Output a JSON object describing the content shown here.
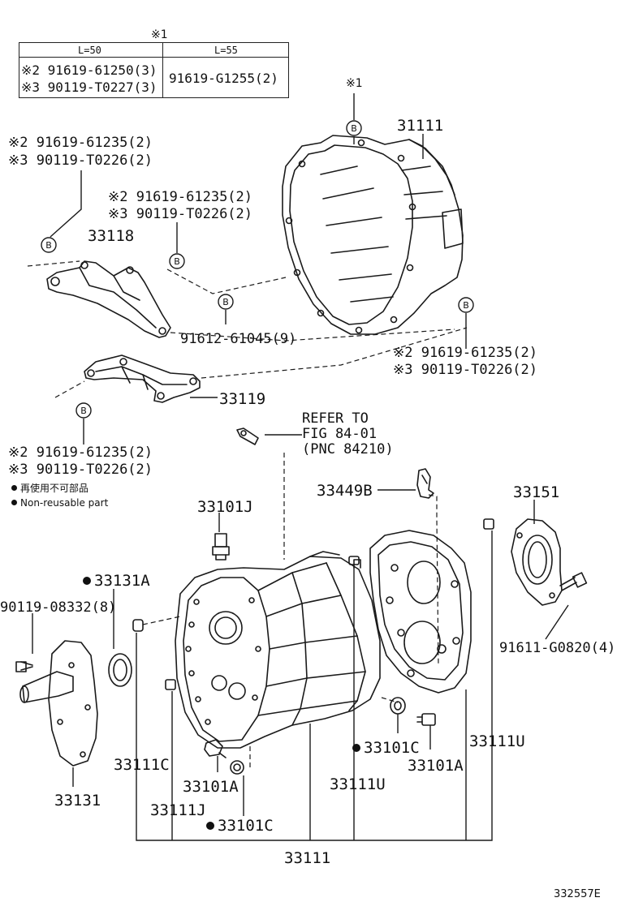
{
  "note_table": {
    "mark": "※1",
    "col1_header": "L=50",
    "col2_header": "L=55",
    "col1_row1": "※2 91619-61250(3)",
    "col1_row2": "※3 90119-T0227(3)",
    "col2_row1": "91619-G1255(2)"
  },
  "callout_b": "B",
  "mark1_top": "※1",
  "labels": {
    "p31111_top": "31111",
    "p33118": "33118",
    "p33119": "33119",
    "p91612": "91612-61045(9)",
    "bolt_a_1": "※2 91619-61235(2)",
    "bolt_a_2": "※3 90119-T0226(2)",
    "bolt_b_1": "※2 91619-61235(2)",
    "bolt_b_2": "※3 90119-T0226(2)",
    "bolt_c_1": "※2 91619-61235(2)",
    "bolt_c_2": "※3 90119-T0226(2)",
    "bolt_d_1": "※2 91619-61235(2)",
    "bolt_d_2": "※3 90119-T0226(2)",
    "refer_1": "REFER TO",
    "refer_2": "FIG 84-01",
    "refer_3": "(PNC 84210)",
    "legend_jp": "再使用不可部品",
    "legend_en": "Non-reusable part",
    "p33101J": "33101J",
    "p33449B": "33449B",
    "p33151": "33151",
    "p33131A": "33131A",
    "p90119": "90119-08332(8)",
    "p91611": "91611-G0820(4)",
    "p33131": "33131",
    "p33111C": "33111C",
    "p33101A_left": "33101A",
    "p33111J": "33111J",
    "p33101C_bottom": "33101C",
    "p33101C_mid": "33101C",
    "p33101A_right": "33101A",
    "p33111U_mid": "33111U",
    "p33111U_right": "33111U",
    "p33111_bottom": "33111",
    "ref_code": "332557E"
  }
}
